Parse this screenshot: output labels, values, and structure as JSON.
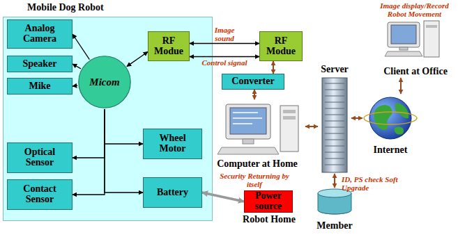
{
  "diagram": {
    "nodes": [
      {
        "text": [
          "Mobile Dog Robot"
        ]
      },
      {
        "text": [
          "Analog Camera"
        ],
        "in": 0
      },
      {
        "text": [
          "Speaker"
        ],
        "in": 0
      },
      {
        "text": [
          "Mike"
        ],
        "in": 0
      },
      {
        "text": [
          "Micom"
        ],
        "in": 0
      },
      {
        "text": [
          "RF Modue"
        ],
        "in": 0
      },
      {
        "text": [
          "Optical Sensor"
        ],
        "in": 0
      },
      {
        "text": [
          "Contact Sensor"
        ],
        "in": 0
      },
      {
        "text": [
          "Wheel Motor"
        ],
        "in": 0
      },
      {
        "text": [
          "Battery"
        ],
        "in": 0
      },
      {
        "text": [
          "RF Modue"
        ]
      },
      {
        "text": [
          "Converter"
        ]
      },
      {
        "text": [
          "Server"
        ]
      },
      {
        "text": [
          "Computer at Home"
        ]
      },
      {
        "text": [
          "Internet"
        ]
      },
      {
        "text": [
          "Client at Office"
        ]
      },
      {
        "text": [
          "Member"
        ]
      },
      {
        "text": [
          "Power source",
          "Robot Home"
        ]
      }
    ],
    "edges": [
      {
        "from": 4,
        "to": 1,
        "arrow": "to"
      },
      {
        "from": 4,
        "to": 2,
        "arrow": "to"
      },
      {
        "from": 4,
        "to": 3,
        "arrow": "to"
      },
      {
        "from": 4,
        "to": 5,
        "arrow": "both"
      },
      {
        "from": 4,
        "to": 6,
        "arrow": "to"
      },
      {
        "from": 4,
        "to": 7,
        "arrow": "to"
      },
      {
        "from": 4,
        "to": 8,
        "arrow": "to"
      },
      {
        "from": 4,
        "to": 9,
        "arrow": "to"
      },
      {
        "from": 5,
        "to": 10,
        "label": "Image sound",
        "arrow": "both"
      },
      {
        "from": 5,
        "to": 10,
        "label": "Control signal",
        "arrow": "both"
      },
      {
        "from": 10,
        "to": 11,
        "arrow": "both"
      },
      {
        "from": 11,
        "to": 13,
        "arrow": "both"
      },
      {
        "from": 13,
        "to": 12,
        "arrow": "both"
      },
      {
        "from": 12,
        "to": 14,
        "arrow": "both"
      },
      {
        "from": 14,
        "to": 15,
        "arrow": "both"
      },
      {
        "from": 12,
        "to": 16,
        "arrow": "both"
      },
      {
        "from": 9,
        "to": 17,
        "arrow": "both"
      }
    ],
    "labels": [
      "Image display/Record Robot Movement",
      "Security Returning by itself",
      "ID, PS check Soft Upgrade"
    ]
  }
}
